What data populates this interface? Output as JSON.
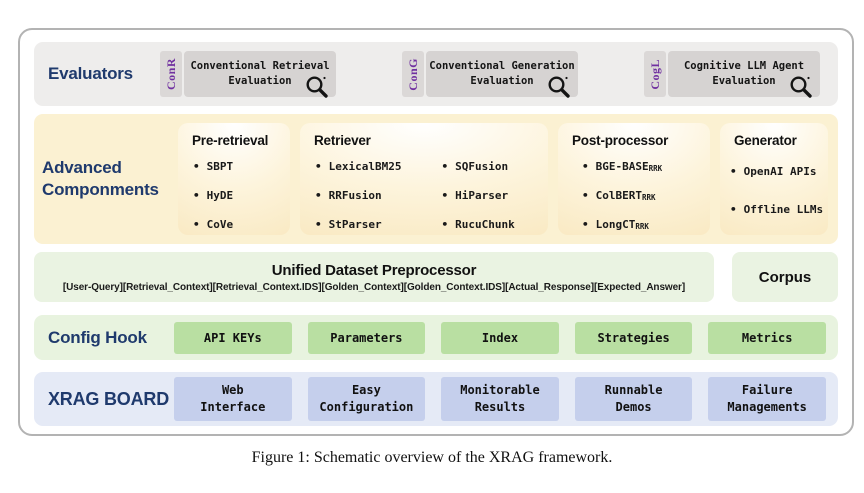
{
  "figure_caption": "Figure 1: Schematic overview of the XRAG framework.",
  "colors": {
    "navy_label": "#1f3a6d",
    "tag_purple": "#7030a0",
    "evaluators_row_bg": "#eeedec",
    "evaluator_box_bg": "#d6d3d2",
    "advanced_row_bg": "#fbf1d2",
    "panel_cream": "#f8e6bb",
    "dataset_box_bg": "#eaf3e2",
    "config_row_bg": "#e8f3df",
    "config_button_green": "#b9dfa2",
    "board_row_bg": "#e5eaf6",
    "board_button_blue": "#c5cfec"
  },
  "evaluators": {
    "label": "Evaluators",
    "items": [
      {
        "tag": "ConR",
        "line1": "Conventional Retrieval",
        "line2": "Evaluation",
        "icon": "magnifier-icon"
      },
      {
        "tag": "ConG",
        "line1": "Conventional Generation",
        "line2": "Evaluation",
        "icon": "magnifier-icon"
      },
      {
        "tag": "CogL",
        "line1": "Cognitive LLM Agent",
        "line2": "Evaluation",
        "icon": "magnifier-icon"
      }
    ]
  },
  "advanced": {
    "label_line1": "Advanced",
    "label_line2": "Componments",
    "pre_retrieval": {
      "title": "Pre-retrieval",
      "items": [
        "SBPT",
        "HyDE",
        "CoVe"
      ]
    },
    "retriever": {
      "title": "Retriever",
      "col1": [
        "LexicalBM25",
        "RRFusion",
        "StParser"
      ],
      "col2": [
        "SQFusion",
        "HiParser",
        "RucuChunk"
      ]
    },
    "post_processor": {
      "title": "Post-processor",
      "items": [
        {
          "base": "BGE-BASE",
          "sub": "RRK"
        },
        {
          "base": "ColBERT",
          "sub": "RRK"
        },
        {
          "base": "LongCT",
          "sub": "RRK"
        }
      ]
    },
    "generator": {
      "title": "Generator",
      "items": [
        "OpenAI APIs",
        "Offline LLMs"
      ]
    }
  },
  "dataset": {
    "title": "Unified Dataset Preprocessor",
    "tokens": "[User-Query][Retrieval_Context][Retrieval_Context.IDS][Golden_Context][Golden_Context.IDS][Actual_Response][Expected_Answer]",
    "corpus": "Corpus"
  },
  "config": {
    "label": "Config Hook",
    "buttons": [
      "API KEYs",
      "Parameters",
      "Index",
      "Strategies",
      "Metrics"
    ]
  },
  "board": {
    "label": "XRAG BOARD",
    "buttons": [
      {
        "line1": "Web",
        "line2": "Interface"
      },
      {
        "line1": "Easy",
        "line2": "Configuration"
      },
      {
        "line1": "Monitorable",
        "line2": "Results"
      },
      {
        "line1": "Runnable",
        "line2": "Demos"
      },
      {
        "line1": "Failure",
        "line2": "Managements"
      }
    ]
  }
}
